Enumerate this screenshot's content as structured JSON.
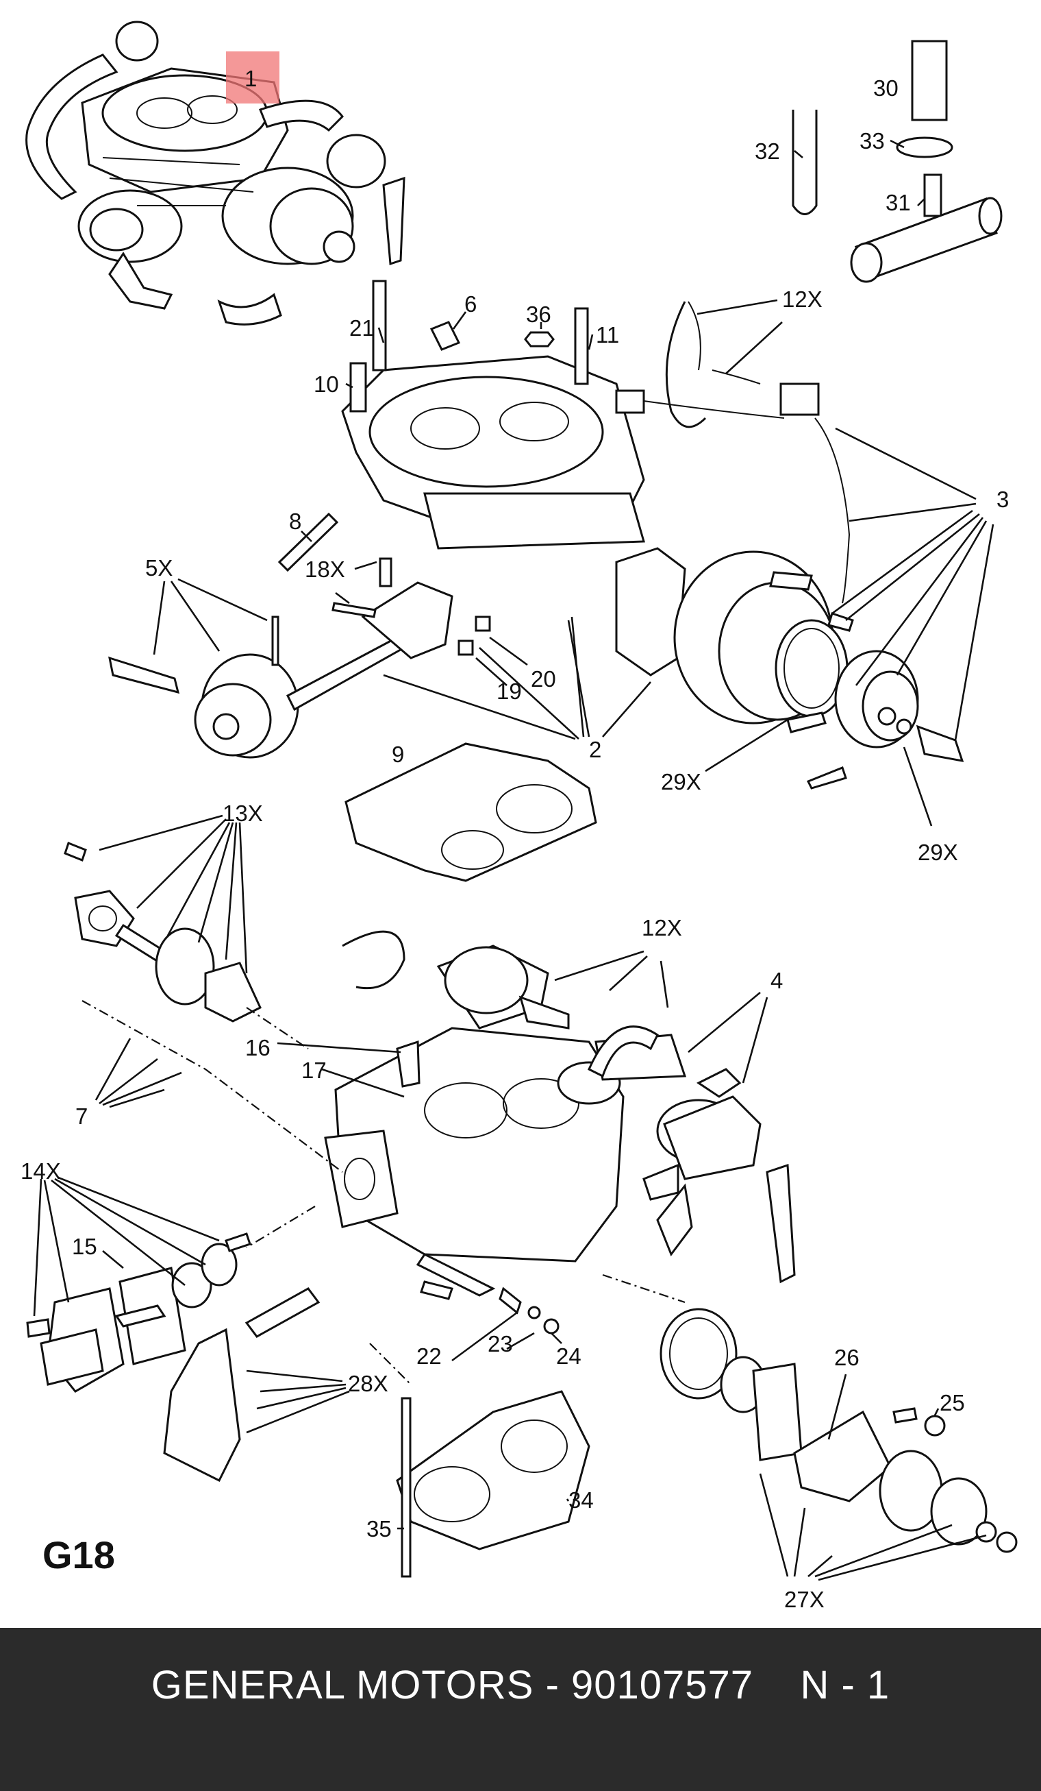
{
  "diagram": {
    "highlight_color": "#f07575",
    "highlighted_callout": "1",
    "page_code": "G18",
    "callouts": [
      "1",
      "2",
      "3",
      "4",
      "5X",
      "6",
      "7",
      "8",
      "9",
      "10",
      "11",
      "12X",
      "12X",
      "13X",
      "14X",
      "15",
      "16",
      "17",
      "18X",
      "19",
      "20",
      "21",
      "22",
      "23",
      "24",
      "25",
      "26",
      "27X",
      "28X",
      "29X",
      "29X",
      "30",
      "31",
      "32",
      "33",
      "34",
      "35",
      "36"
    ]
  },
  "footer": {
    "text": "GENERAL MOTORS - 90107577    N - 1",
    "background": "#2b2b2b"
  }
}
